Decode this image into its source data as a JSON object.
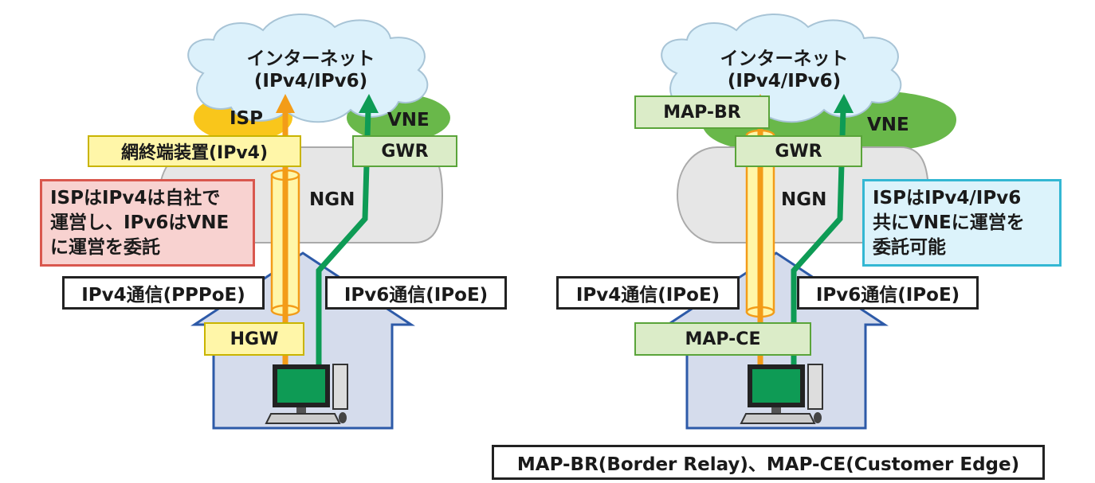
{
  "left": {
    "internet_title": "インターネット",
    "internet_sub": "(IPv4/IPv6)",
    "isp": "ISP",
    "vne": "VNE",
    "ngn": "NGN",
    "onu": "網終端装置(IPv4)",
    "gwr": "GWR",
    "note_lines": [
      "ISPはIPv4は自社で",
      "運営し、IPv6はVNE",
      "に運営を委託"
    ],
    "ipv4_label": "IPv4通信(PPPoE)",
    "ipv6_label": "IPv6通信(IPoE)",
    "hgw": "HGW"
  },
  "right": {
    "internet_title": "インターネット",
    "internet_sub": "(IPv4/IPv6)",
    "map_br": "MAP-BR",
    "vne": "VNE",
    "gwr": "GWR",
    "ngn": "NGN",
    "note_lines": [
      "ISPはIPv4/IPv6",
      "共にVNEに運営を",
      "委託可能"
    ],
    "ipv4_label": "IPv4通信(IPoE)",
    "ipv6_label": "IPv6通信(IPoE)",
    "map_ce": "MAP-CE"
  },
  "footer": "MAP-BR(Border Relay)、MAP-CE(Customer Edge)",
  "colors": {
    "cloud": "#dcf1fb",
    "ngn": "#e6e6e6",
    "house": "#d5dcec",
    "isp": "#f9c61b",
    "vne": "#69b84a",
    "ipv4_arrow": "#f39c18",
    "ipv6_arrow": "#0e9b55"
  }
}
